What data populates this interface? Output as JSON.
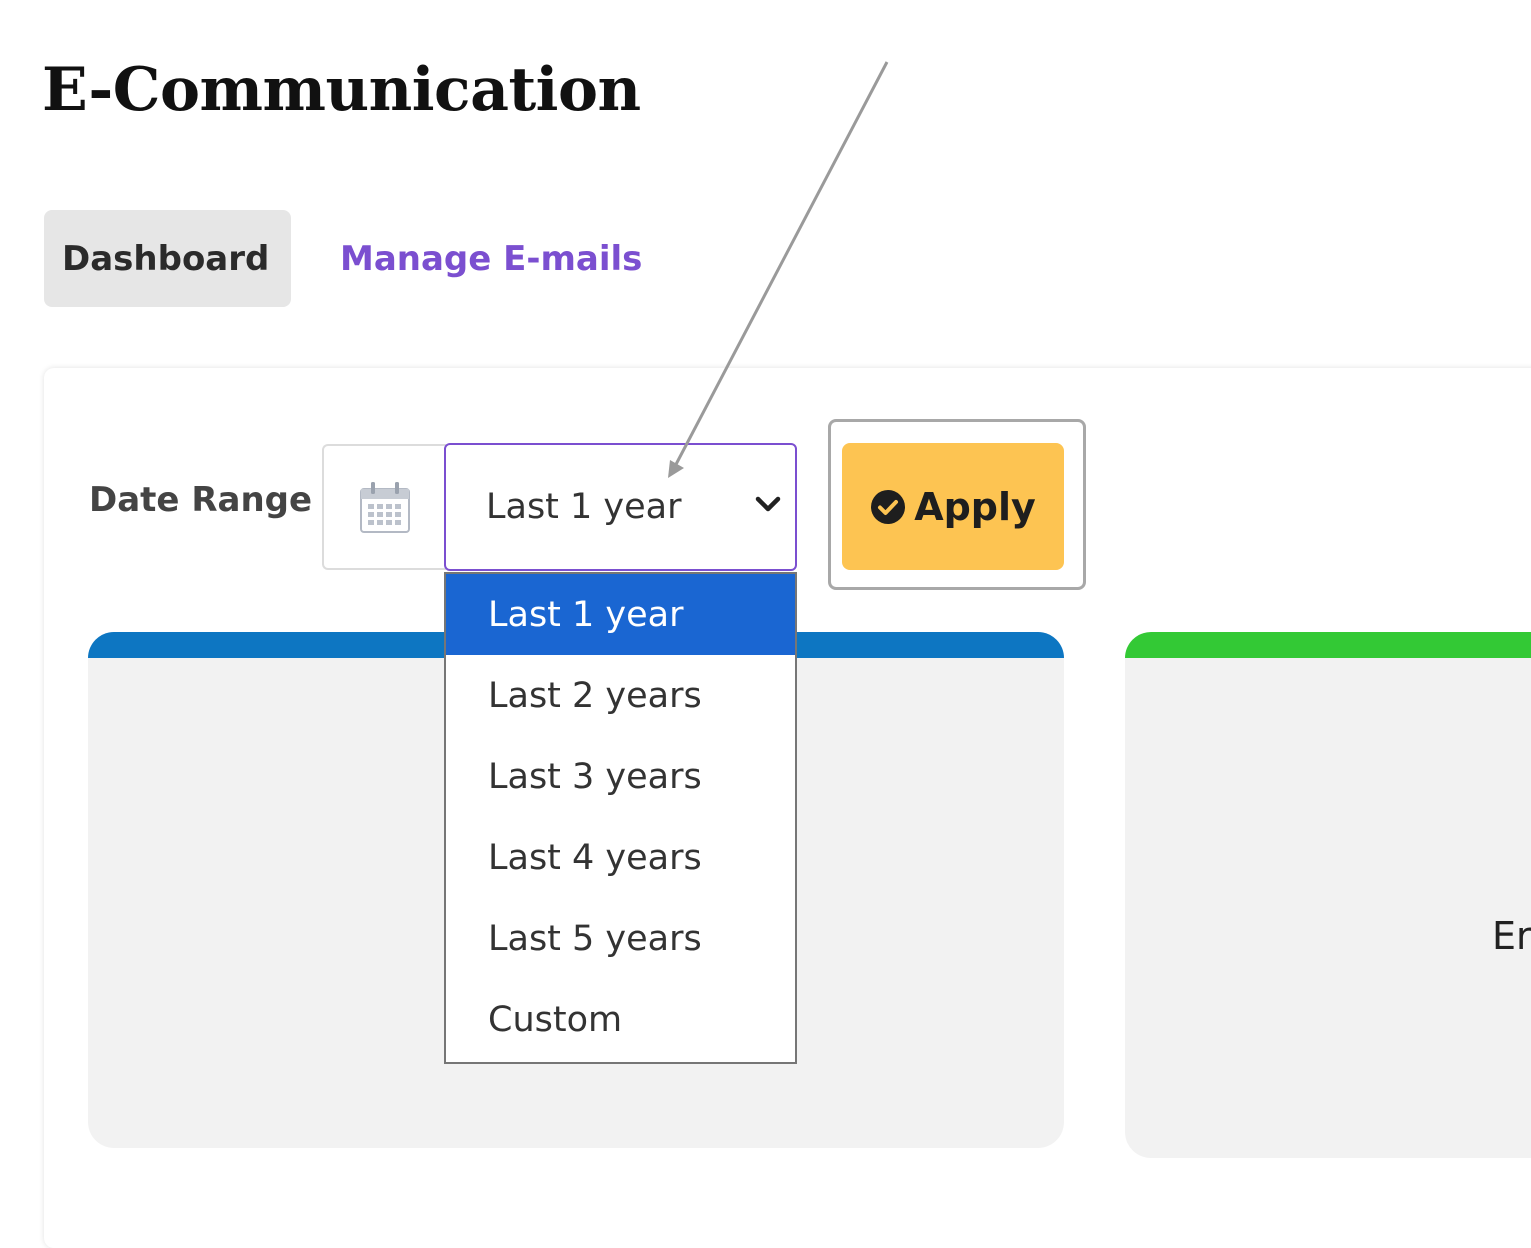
{
  "header": {
    "title": "E-Communication"
  },
  "tabs": [
    {
      "label": "Dashboard",
      "active": true
    },
    {
      "label": "Manage E-mails",
      "active": false
    }
  ],
  "filter": {
    "label": "Date Range",
    "calendar_icon": "calendar-icon",
    "selected": "Last 1 year",
    "options": [
      "Last 1 year",
      "Last 2 years",
      "Last 3 years",
      "Last 4 years",
      "Last 5 years",
      "Custom"
    ],
    "apply_label": "Apply",
    "apply_icon": "check-circle-icon"
  },
  "stat_cards": [
    {
      "accent": "#0d76c2",
      "label": ""
    },
    {
      "accent": "#33c935",
      "label": "Er"
    }
  ],
  "colors": {
    "link": "#7b4fd0",
    "apply_bg": "#fdc452",
    "selected_option": "#1a66d2"
  }
}
